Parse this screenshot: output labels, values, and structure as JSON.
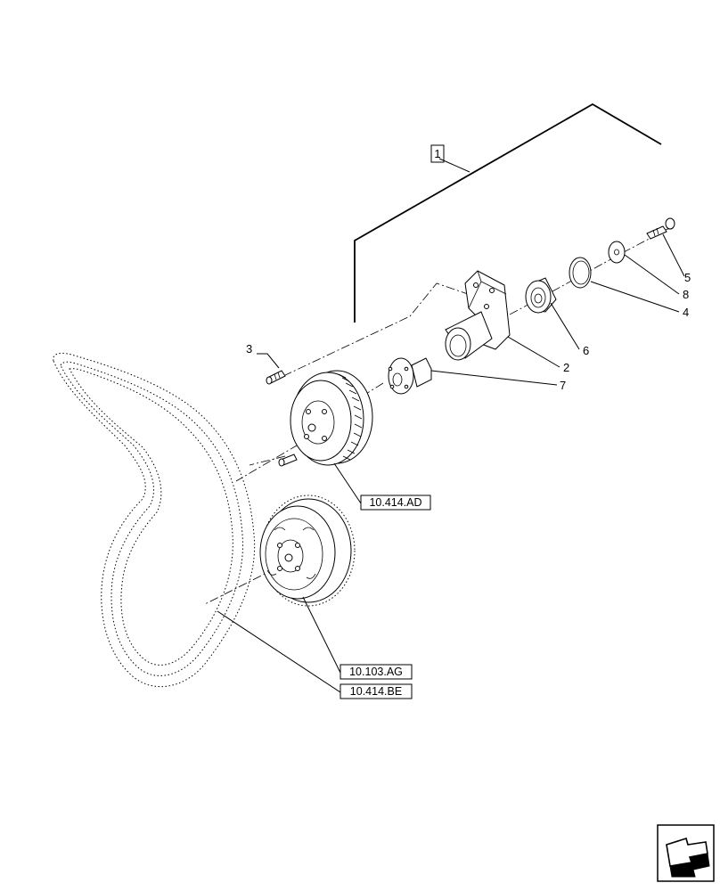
{
  "group_label": "1",
  "callouts": {
    "c2": "2",
    "c3": "3",
    "c4": "4",
    "c5": "5",
    "c6": "6",
    "c7": "7",
    "c8": "8"
  },
  "references": {
    "ref_pulley": "10.414.AD",
    "ref_crank_pulley": "10.103.AG",
    "ref_belt": "10.414.BE"
  },
  "nav_icon": "next-page-arrow-icon"
}
